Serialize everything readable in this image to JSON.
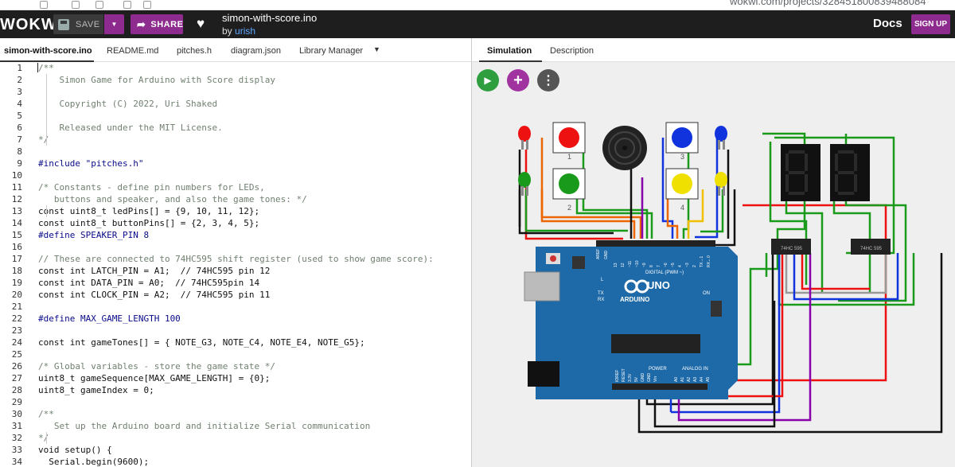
{
  "browser": {
    "url": "wokwi.com/projects/328451800839488084"
  },
  "header": {
    "logo": "WOKWi",
    "save_label": "SAVE",
    "dropdown_icon": "caret-down-icon",
    "share_label": "SHARE",
    "project_title": "simon-with-score.ino",
    "by_prefix": "by",
    "author": "urish",
    "docs_label": "Docs",
    "signup_label": "SIGN UP"
  },
  "editor": {
    "tabs": [
      {
        "label": "simon-with-score.ino",
        "active": true
      },
      {
        "label": "README.md",
        "active": false
      },
      {
        "label": "pitches.h",
        "active": false
      },
      {
        "label": "diagram.json",
        "active": false
      },
      {
        "label": "Library Manager",
        "active": false
      }
    ],
    "lines": [
      {
        "n": "1",
        "t": "/**"
      },
      {
        "n": "2",
        "t": "    Simon Game for Arduino with Score display"
      },
      {
        "n": "3",
        "t": ""
      },
      {
        "n": "4",
        "t": "    Copyright (C) 2022, Uri Shaked"
      },
      {
        "n": "5",
        "t": ""
      },
      {
        "n": "6",
        "t": "    Released under the MIT License."
      },
      {
        "n": "7",
        "t": "*/"
      },
      {
        "n": "8",
        "t": ""
      },
      {
        "n": "9",
        "t": "#include \"pitches.h\""
      },
      {
        "n": "10",
        "t": ""
      },
      {
        "n": "11",
        "t": "/* Constants - define pin numbers for LEDs,"
      },
      {
        "n": "12",
        "t": "   buttons and speaker, and also the game tones: */"
      },
      {
        "n": "13",
        "t": "const uint8_t ledPins[] = {9, 10, 11, 12};"
      },
      {
        "n": "14",
        "t": "const uint8_t buttonPins[] = {2, 3, 4, 5};"
      },
      {
        "n": "15",
        "t": "#define SPEAKER_PIN 8"
      },
      {
        "n": "16",
        "t": ""
      },
      {
        "n": "17",
        "t": "// These are connected to 74HC595 shift register (used to show game score):"
      },
      {
        "n": "18",
        "t": "const int LATCH_PIN = A1;  // 74HC595 pin 12"
      },
      {
        "n": "19",
        "t": "const int DATA_PIN = A0;  // 74HC595pin 14"
      },
      {
        "n": "20",
        "t": "const int CLOCK_PIN = A2;  // 74HC595 pin 11"
      },
      {
        "n": "21",
        "t": ""
      },
      {
        "n": "22",
        "t": "#define MAX_GAME_LENGTH 100"
      },
      {
        "n": "23",
        "t": ""
      },
      {
        "n": "24",
        "t": "const int gameTones[] = { NOTE_G3, NOTE_C4, NOTE_E4, NOTE_G5};"
      },
      {
        "n": "25",
        "t": ""
      },
      {
        "n": "26",
        "t": "/* Global variables - store the game state */"
      },
      {
        "n": "27",
        "t": "uint8_t gameSequence[MAX_GAME_LENGTH] = {0};"
      },
      {
        "n": "28",
        "t": "uint8_t gameIndex = 0;"
      },
      {
        "n": "29",
        "t": ""
      },
      {
        "n": "30",
        "t": "/**"
      },
      {
        "n": "31",
        "t": "   Set up the Arduino board and initialize Serial communication"
      },
      {
        "n": "32",
        "t": "*/"
      },
      {
        "n": "33",
        "t": "void setup() {"
      },
      {
        "n": "34",
        "t": "  Serial.begin(9600);"
      }
    ]
  },
  "simulation": {
    "tabs": [
      {
        "label": "Simulation",
        "active": true
      },
      {
        "label": "Description",
        "active": false
      }
    ],
    "controls": {
      "play_icon": "play-icon",
      "add_icon": "plus-icon",
      "more_icon": "more-vertical-icon"
    },
    "button_numbers": [
      "1",
      "2",
      "3",
      "4"
    ],
    "colors": {
      "red": "#e11",
      "green": "#1a9a1a",
      "blue": "#1133dd",
      "yellow": "#f0e000",
      "board": "#1e6aa8",
      "accent": "#8e2b8e"
    },
    "arduino": {
      "brand": "ARDUINO",
      "model": "UNO",
      "digital_label": "DIGITAL (PWM ~)",
      "power_label": "POWER",
      "analog_label": "ANALOG IN",
      "on_label": "ON",
      "tx": "TX",
      "rx": "RX",
      "l": "L",
      "aref": "AREF",
      "gnd": "GND",
      "pins_digital": [
        "13",
        "12",
        "~11",
        "~10",
        "~9",
        "8",
        "7",
        "~6",
        "~5",
        "4",
        "~3",
        "2",
        "TX→1",
        "RX←0"
      ],
      "pins_power": [
        "IOREF",
        "RESET",
        "3.3V",
        "5V",
        "GND",
        "GND",
        "Vin"
      ],
      "pins_analog": [
        "A0",
        "A1",
        "A2",
        "A3",
        "A4",
        "A5"
      ]
    },
    "chips": [
      "74HC 595",
      "74HC 595"
    ]
  }
}
